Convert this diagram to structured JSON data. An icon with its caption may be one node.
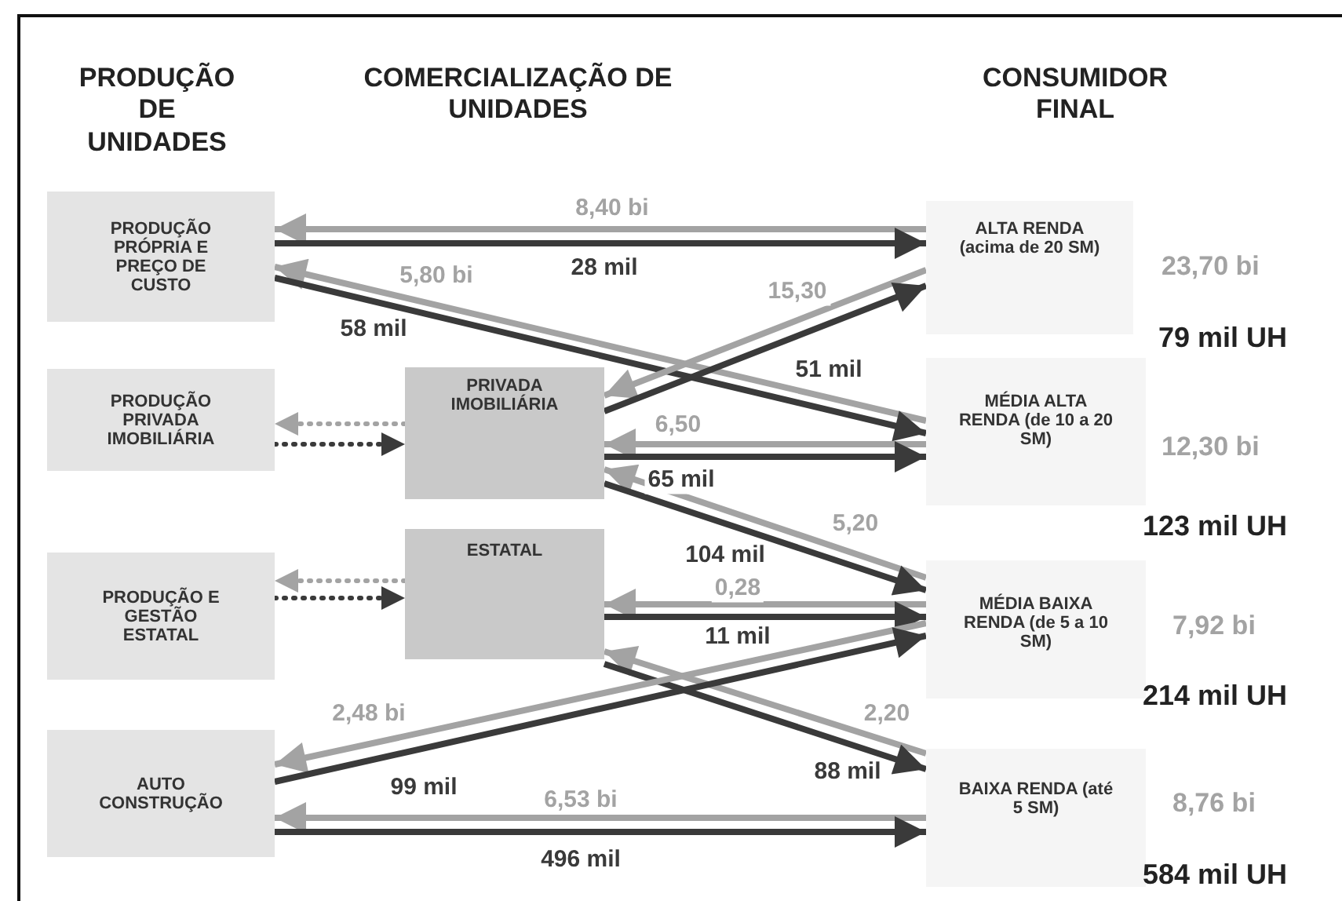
{
  "diagram": {
    "nodes": [
      {
        "text": [
          "PRODUÇÃO PRÓPRIA E PREÇO DE CUSTO"
        ]
      },
      {
        "text": [
          "ALTA RENDA (acima de 20 SM)"
        ],
        "beside": [
          "23,70 bi",
          "79 mil UH"
        ]
      },
      {
        "text": [
          "PRODUÇÃO PRIVADA IMOBILIÁRIA"
        ]
      },
      {
        "text": [
          "PRIVADA IMOBILIÁRIA"
        ]
      },
      {
        "text": [
          "MÉDIA ALTA RENDA (de 10 a 20 SM)"
        ],
        "beside": [
          "12,30 bi",
          "123 mil UH"
        ]
      },
      {
        "text": [
          "PRODUÇÃO E GESTÃO ESTATAL"
        ]
      },
      {
        "text": [
          "ESTATAL"
        ]
      },
      {
        "text": [
          "MÉDIA BAIXA RENDA (de 5 a 10 SM)"
        ],
        "beside": [
          "7,92 bi",
          "214 mil UH"
        ]
      },
      {
        "text": [
          "AUTO CONSTRUÇÃO"
        ]
      },
      {
        "text": [
          "BAIXA RENDA (até 5 SM)"
        ],
        "beside": [
          "8,76 bi",
          "584 mil UH"
        ]
      }
    ],
    "edges": [
      {
        "from": 1,
        "to": 0,
        "arrow": "to",
        "label": "8,40 bi",
        "color": "#a3a3a3"
      },
      {
        "from": 0,
        "to": 1,
        "arrow": "to",
        "label": "28 mil",
        "color": "#3a3a3a"
      },
      {
        "from": 4,
        "to": 0,
        "arrow": "to",
        "label": "5,80 bi",
        "color": "#a3a3a3"
      },
      {
        "from": 0,
        "to": 4,
        "arrow": "to",
        "label": "58 mil",
        "color": "#3a3a3a"
      },
      {
        "from": 1,
        "to": 3,
        "arrow": "to",
        "label": "15,30",
        "color": "#a3a3a3"
      },
      {
        "from": 3,
        "to": 1,
        "arrow": "to",
        "label": "51 mil",
        "color": "#3a3a3a"
      },
      {
        "from": 4,
        "to": 3,
        "arrow": "to",
        "label": "6,50",
        "color": "#a3a3a3"
      },
      {
        "from": 3,
        "to": 4,
        "arrow": "to",
        "label": "65 mil",
        "color": "#3a3a3a"
      },
      {
        "from": 7,
        "to": 3,
        "arrow": "to",
        "label": "5,20",
        "color": "#a3a3a3"
      },
      {
        "from": 3,
        "to": 7,
        "arrow": "to",
        "label": "104 mil",
        "color": "#3a3a3a"
      },
      {
        "from": 2,
        "to": 3,
        "arrow": "to",
        "style": "dashed",
        "color": "#3a3a3a"
      },
      {
        "from": 3,
        "to": 2,
        "arrow": "to",
        "style": "dashed",
        "color": "#a3a3a3"
      },
      {
        "from": 6,
        "to": 5,
        "arrow": "to",
        "style": "dashed",
        "color": "#a3a3a3"
      },
      {
        "from": 5,
        "to": 6,
        "arrow": "to",
        "style": "dashed",
        "color": "#3a3a3a"
      },
      {
        "from": 7,
        "to": 6,
        "arrow": "to",
        "label": "0,28",
        "color": "#a3a3a3"
      },
      {
        "from": 6,
        "to": 7,
        "arrow": "to",
        "label": "11 mil",
        "color": "#3a3a3a"
      },
      {
        "from": 9,
        "to": 6,
        "arrow": "to",
        "label": "2,20",
        "color": "#a3a3a3"
      },
      {
        "from": 6,
        "to": 9,
        "arrow": "to",
        "label": "88 mil",
        "color": "#3a3a3a"
      },
      {
        "from": 7,
        "to": 8,
        "arrow": "to",
        "label": "2,48 bi",
        "color": "#a3a3a3"
      },
      {
        "from": 8,
        "to": 7,
        "arrow": "to",
        "label": "99 mil",
        "color": "#3a3a3a"
      },
      {
        "from": 9,
        "to": 8,
        "arrow": "to",
        "label": "6,53 bi",
        "color": "#a3a3a3"
      },
      {
        "from": 8,
        "to": 9,
        "arrow": "to",
        "label": "496 mil",
        "color": "#3a3a3a"
      }
    ],
    "labels": [
      "PRODUÇÃO DE UNIDADES",
      "COMERCIALIZAÇÃO DE UNIDADES",
      "CONSUMIDOR FINAL"
    ]
  }
}
